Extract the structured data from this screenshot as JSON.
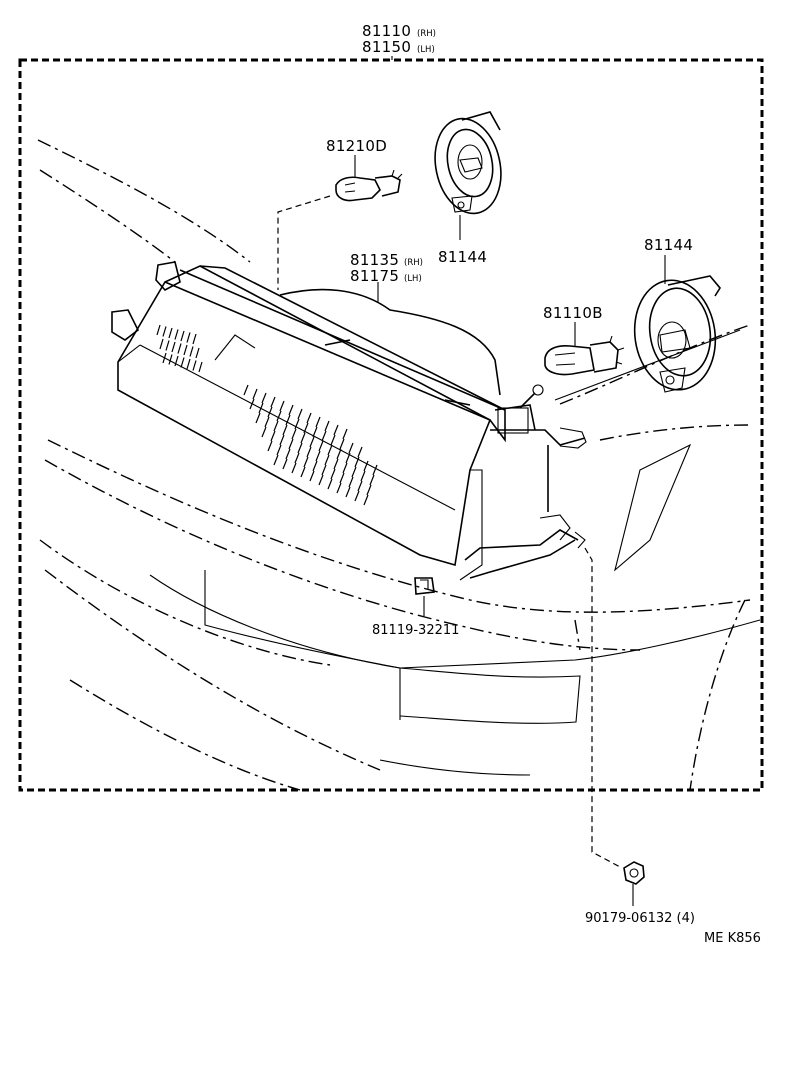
{
  "diagram": {
    "assembly_label": {
      "part": "81110",
      "side": "(RH)"
    },
    "assembly_label_lh": {
      "part": "81150",
      "side": "(LH)"
    },
    "parts": {
      "bulb_small": "81210D",
      "socket_cover_top": "81144",
      "socket_cover_right": "81144",
      "unit_rh": {
        "part": "81135",
        "side": "(RH)"
      },
      "unit_lh": {
        "part": "81175",
        "side": "(LH)"
      },
      "bulb_main": "81110B",
      "clip": "81119-32211",
      "nut": "90179-06132 (4)"
    },
    "drawing_code": "ME K856"
  }
}
